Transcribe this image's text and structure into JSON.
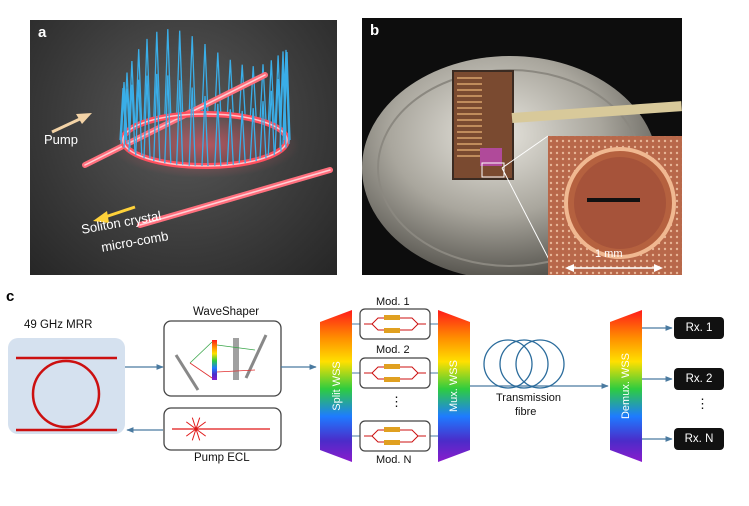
{
  "panels": {
    "a": {
      "label": "a",
      "pump_label": "Pump",
      "output_label_line1": "Soliton crystal",
      "output_label_line2": "micro-comb"
    },
    "b": {
      "label": "b",
      "scale_label": "1 mm"
    },
    "c": {
      "label": "c",
      "mrr_label": "49 GHz MRR",
      "waveshaper_label": "WaveShaper",
      "pump_ecl_label": "Pump ECL",
      "split_wss_label": "Split WSS",
      "mux_wss_label": "Mux. WSS",
      "demux_wss_label": "Demux. WSS",
      "modulators": [
        "Mod. 1",
        "Mod. 2",
        "Mod. N"
      ],
      "mod_ellipsis": "⋮",
      "fibre_label_line1": "Transmission",
      "fibre_label_line2": "fibre",
      "receivers": [
        "Rx. 1",
        "Rx. 2",
        "Rx. N"
      ],
      "rx_ellipsis": "⋮"
    }
  },
  "colors": {
    "ring": "#ff4f5e",
    "comb_lines": "#3aaee8",
    "pump_arrow": "#f3d3a6",
    "comb_arrow": "#ffd23a",
    "diagram_ring": "#cc1010",
    "arrow_lines": "#4a7aa0",
    "mrr_box": "#d5e1ef"
  }
}
